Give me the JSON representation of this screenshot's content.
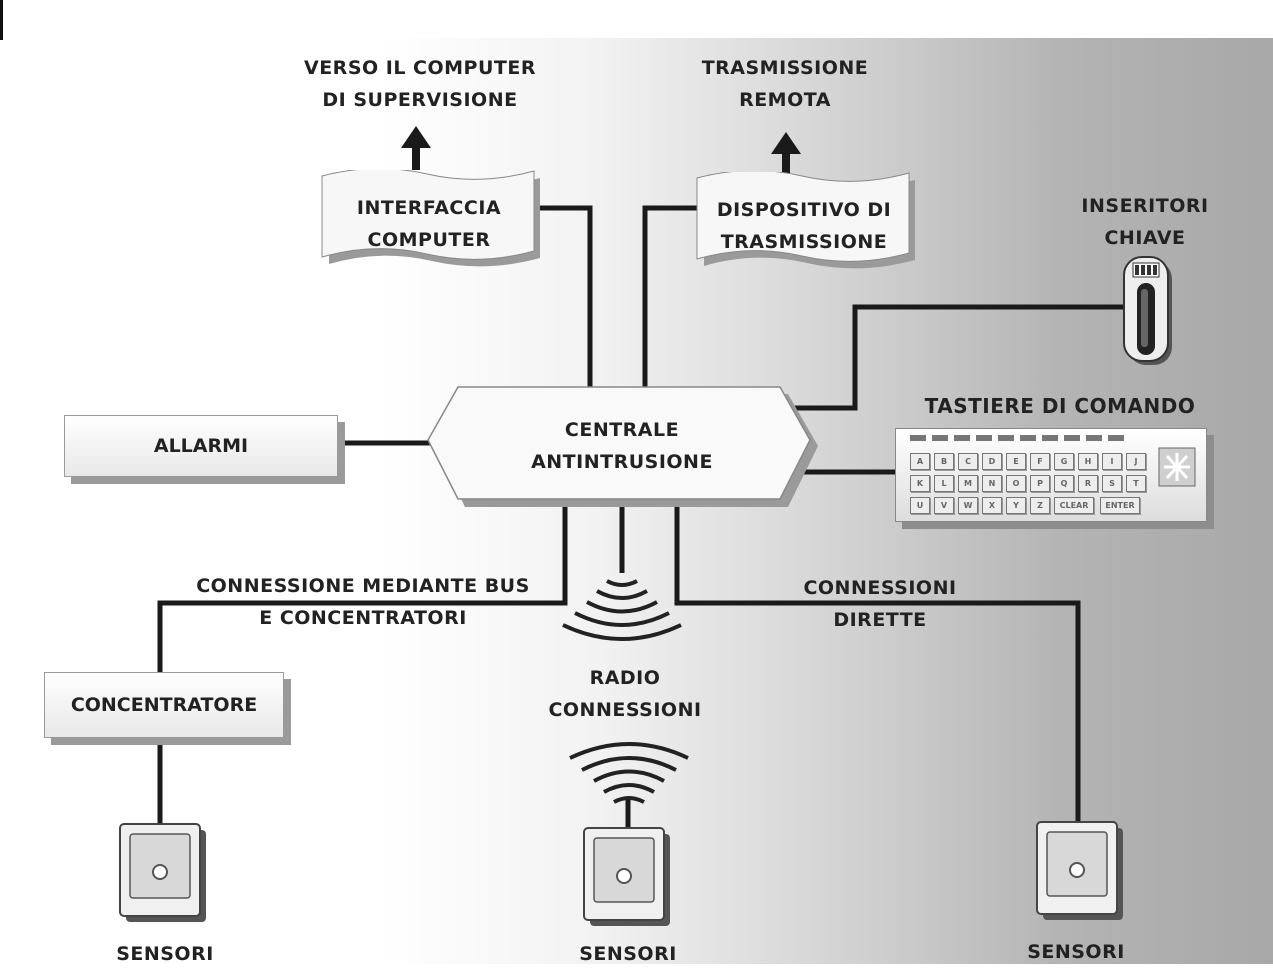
{
  "labels": {
    "supervision": "VERSO IL COMPUTER\nDI SUPERVISIONE",
    "remote": "TRASMISSIONE\nREMOTA",
    "interface": "INTERFACCIA\nCOMPUTER",
    "transmitter": "DISPOSITIVO DI\nTRASMISSIONE",
    "key_inserters": "INSERITORI\nCHIAVE",
    "keyboards": "TASTIERE DI COMANDO",
    "alarms": "ALLARMI",
    "central": "CENTRALE\nANTINTRUSIONE",
    "bus_connection": "CONNESSIONE MEDIANTE BUS\nE CONCENTRATORI",
    "direct_connections": "CONNESSIONI\nDIRETTE",
    "radio": "RADIO\nCONNESSIONI",
    "concentrator": "CONCENTRATORE",
    "sensors_left": "SENSORI",
    "sensors_middle": "SENSORI",
    "sensors_right": "SENSORI"
  },
  "keypad": {
    "row1": [
      "A",
      "B",
      "C",
      "D",
      "E",
      "F",
      "G",
      "H",
      "I",
      "J"
    ],
    "row2": [
      "K",
      "L",
      "M",
      "N",
      "O",
      "P",
      "Q",
      "R",
      "S",
      "T"
    ],
    "row3": [
      "U",
      "V",
      "W",
      "X",
      "Y",
      "Z"
    ],
    "clear": "CLEAR",
    "enter": "ENTER"
  },
  "icons": {
    "arrow_up": "arrow-up-icon",
    "key_inserter": "key-inserter-icon",
    "keyboard": "keyboard-icon",
    "radio_waves": "radio-waves-icon",
    "sensor": "motion-sensor-icon"
  },
  "colors": {
    "line": "#1a1a1a",
    "box_fill": "#ffffff",
    "shadow": "#9a9a9a",
    "text": "#222222"
  }
}
